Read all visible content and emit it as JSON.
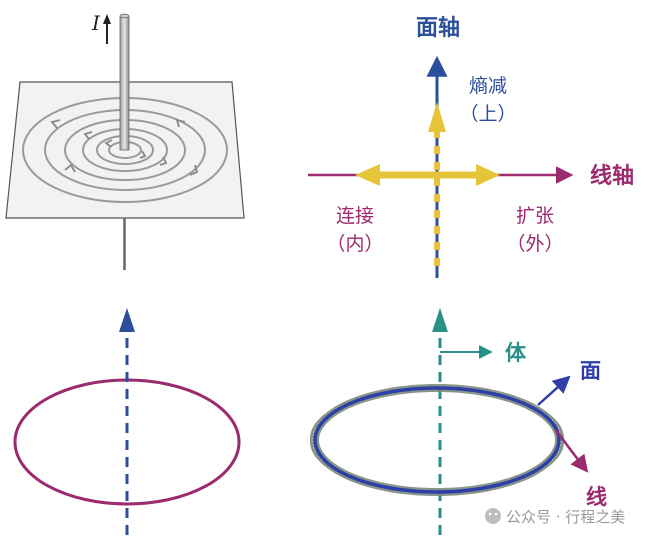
{
  "panels": {
    "wire_field": {
      "current_label": "I"
    },
    "axes": {
      "face_axis_label": "面轴",
      "line_axis_label": "线轴",
      "entropy_label": "熵减",
      "entropy_dir": "（上）",
      "connect_label": "连接",
      "connect_dir": "（内）",
      "expand_label": "扩张",
      "expand_dir": "（外）"
    },
    "ring": {},
    "spring_torus": {
      "body_label": "体",
      "face_label": "面",
      "line_label": "线"
    }
  },
  "watermark": {
    "text": "公众号 · 行程之美"
  },
  "colors": {
    "navy": "#2b4f9a",
    "magenta": "#9b2a6e",
    "yellow": "#e6c43a",
    "teal": "#2a8f86",
    "blue_ring": "#2e3fa8"
  }
}
